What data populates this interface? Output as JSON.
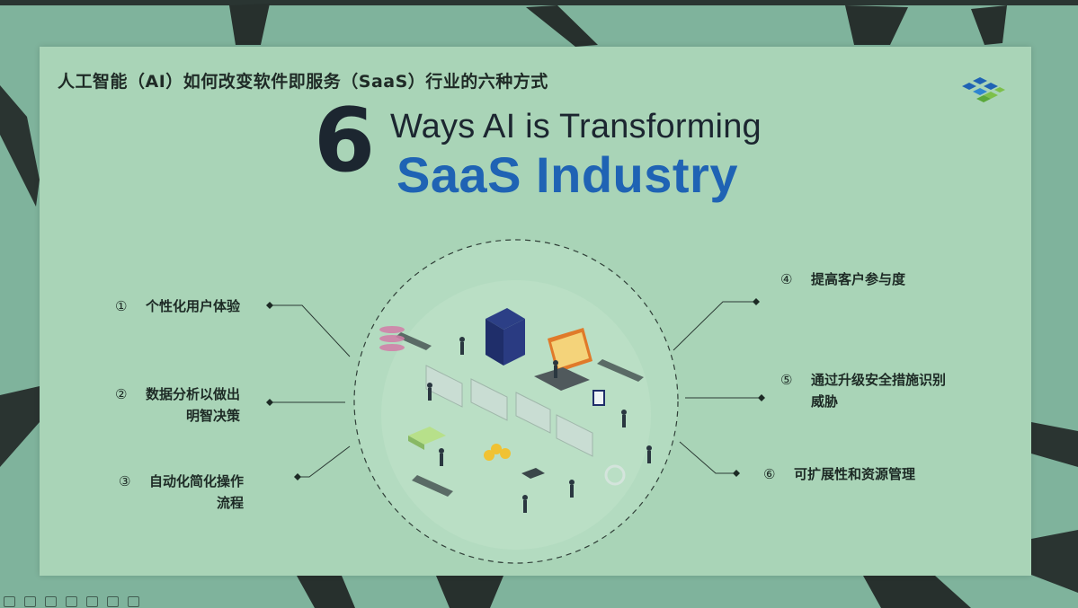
{
  "slide": {
    "title": "人工智能（AI）如何改变软件即服务（SaaS）行业的六种方式",
    "big_number": "6",
    "headline_top": "Ways AI is Transforming",
    "headline_main": "SaaS Industry",
    "logo_icon": "cube-cluster-logo"
  },
  "items_left": [
    {
      "num": "①",
      "lines": [
        "个性化用户体验"
      ]
    },
    {
      "num": "②",
      "lines": [
        "数据分析以做出",
        "明智决策"
      ]
    },
    {
      "num": "③",
      "lines": [
        "自动化简化操作",
        "流程"
      ]
    }
  ],
  "items_right": [
    {
      "num": "④",
      "lines": [
        "提高客户参与度"
      ]
    },
    {
      "num": "⑤",
      "lines": [
        "通过升级安全措施识别",
        "威胁"
      ]
    },
    {
      "num": "⑥",
      "lines": [
        "可扩展性和资源管理"
      ]
    }
  ],
  "colors": {
    "accent_blue": "#1f63b4",
    "dark_text": "#1c2630",
    "slide_bg": "#a9d4b7",
    "frame_bg": "#7fb39c"
  }
}
